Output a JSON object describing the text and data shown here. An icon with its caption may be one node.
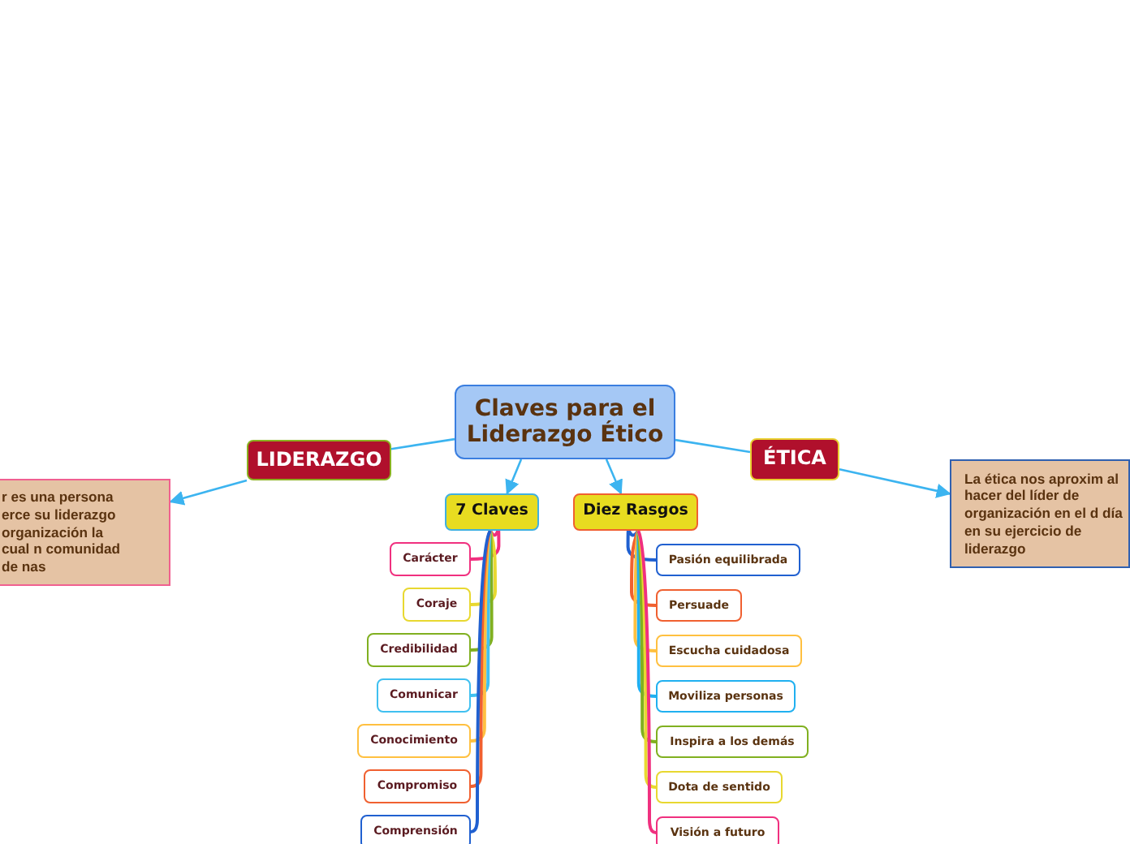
{
  "diagram": {
    "nodes": [
      {
        "text": [
          "Claves para el Liderazgo Ético"
        ]
      },
      {
        "text": [
          "LIDERAZGO"
        ]
      },
      {
        "text": [
          "r es una persona erce su liderazgo organización la cual n comunidad de nas"
        ]
      },
      {
        "text": [
          "ÉTICA"
        ]
      },
      {
        "text": [
          "La ética nos aproxim al hacer del líder de organización en el d día en su ejercicio de liderazgo"
        ]
      },
      {
        "text": [
          "7 Claves"
        ]
      },
      {
        "text": [
          "Diez Rasgos"
        ]
      },
      {
        "text": [
          "Carácter"
        ]
      },
      {
        "text": [
          "Coraje"
        ]
      },
      {
        "text": [
          "Credibilidad"
        ]
      },
      {
        "text": [
          "Comunicar"
        ]
      },
      {
        "text": [
          "Conocimiento"
        ]
      },
      {
        "text": [
          "Compromiso"
        ]
      },
      {
        "text": [
          "Comprensión"
        ]
      },
      {
        "text": [
          "Pasión equilibrada"
        ]
      },
      {
        "text": [
          "Persuade"
        ]
      },
      {
        "text": [
          "Escucha cuidadosa"
        ]
      },
      {
        "text": [
          "Moviliza personas"
        ]
      },
      {
        "text": [
          "Inspira a los demás"
        ]
      },
      {
        "text": [
          "Dota de sentido"
        ]
      },
      {
        "text": [
          "Visión a futuro"
        ]
      }
    ],
    "edges": [
      {
        "from": 0,
        "to": 1,
        "arrow": "none"
      },
      {
        "from": 1,
        "to": 2,
        "arrow": "to"
      },
      {
        "from": 0,
        "to": 3,
        "arrow": "none"
      },
      {
        "from": 3,
        "to": 4,
        "arrow": "to"
      },
      {
        "from": 0,
        "to": 5,
        "arrow": "to"
      },
      {
        "from": 0,
        "to": 6,
        "arrow": "to"
      },
      {
        "from": 5,
        "to": 7,
        "arrow": "none",
        "color": "#f0307f"
      },
      {
        "from": 5,
        "to": 8,
        "arrow": "none",
        "color": "#e8d830"
      },
      {
        "from": 5,
        "to": 9,
        "arrow": "none",
        "color": "#80b020"
      },
      {
        "from": 5,
        "to": 10,
        "arrow": "none",
        "color": "#40c0f0"
      },
      {
        "from": 5,
        "to": 11,
        "arrow": "none",
        "color": "#ffc040"
      },
      {
        "from": 5,
        "to": 12,
        "arrow": "none",
        "color": "#f06030"
      },
      {
        "from": 5,
        "to": 13,
        "arrow": "none",
        "color": "#2060d0"
      },
      {
        "from": 6,
        "to": 14,
        "arrow": "none",
        "color": "#2060d0"
      },
      {
        "from": 6,
        "to": 15,
        "arrow": "none",
        "color": "#f06030"
      },
      {
        "from": 6,
        "to": 16,
        "arrow": "none",
        "color": "#ffc040"
      },
      {
        "from": 6,
        "to": 17,
        "arrow": "none",
        "color": "#20b0f0"
      },
      {
        "from": 6,
        "to": 18,
        "arrow": "none",
        "color": "#80b020"
      },
      {
        "from": 6,
        "to": 19,
        "arrow": "none",
        "color": "#e8d830"
      },
      {
        "from": 6,
        "to": 20,
        "arrow": "none",
        "color": "#f0307f"
      }
    ]
  }
}
